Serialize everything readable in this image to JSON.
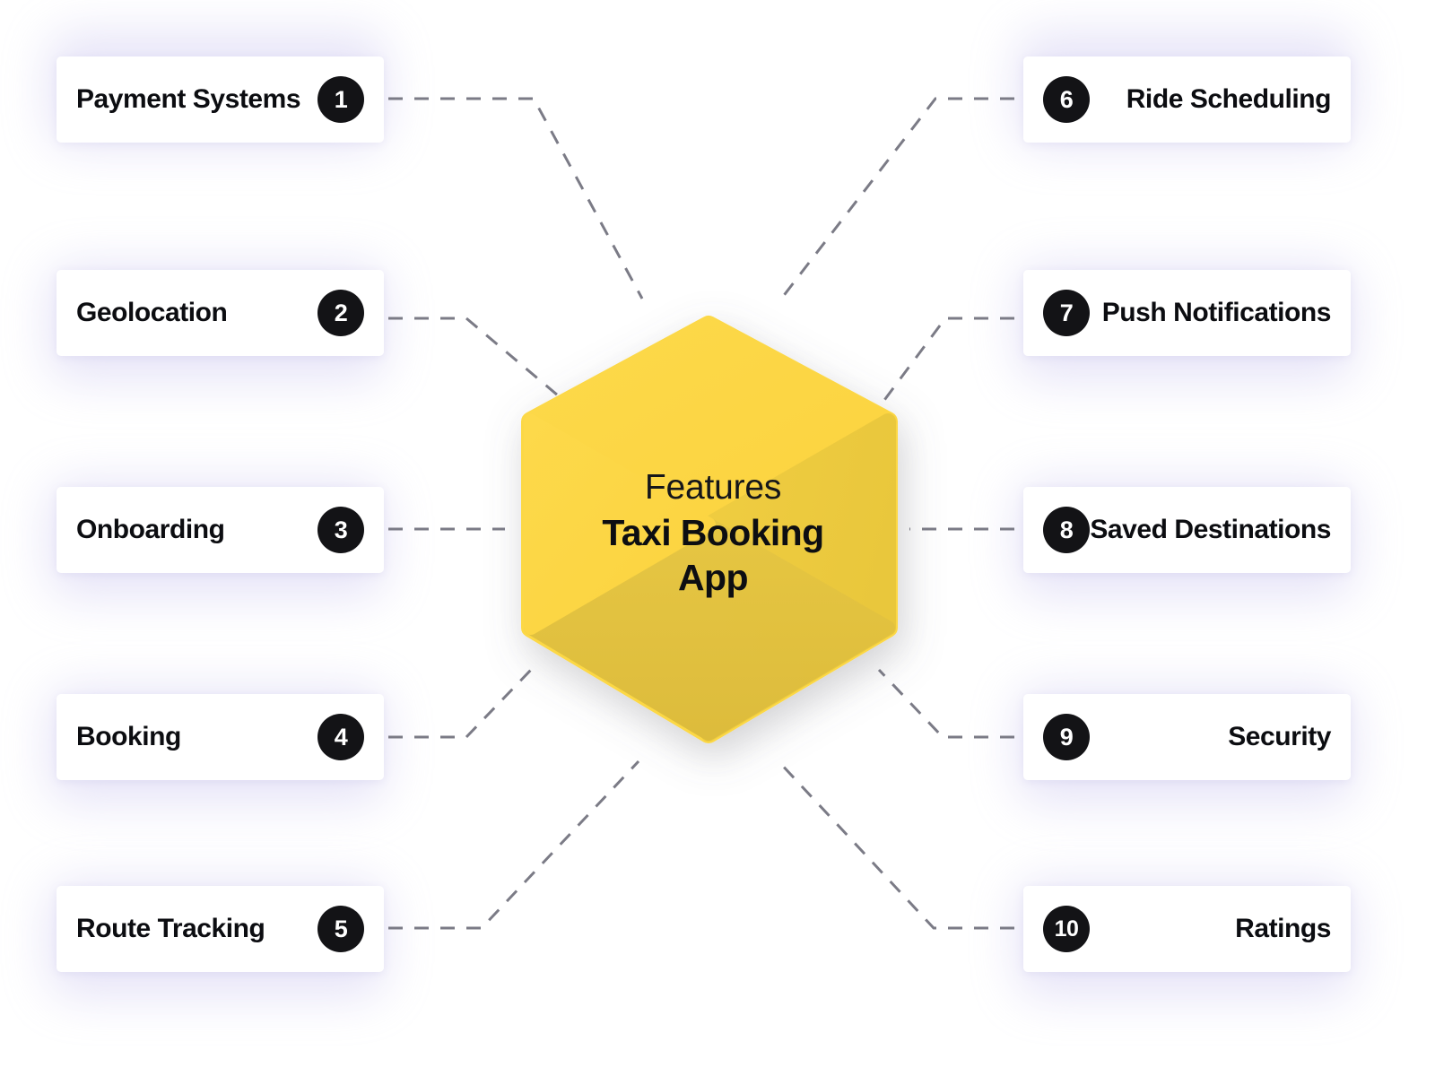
{
  "theme": {
    "background": "#ffffff",
    "card_background": "#ffffff",
    "badge_background": "#131316",
    "badge_text": "#ffffff",
    "label_text": "#0c0d11",
    "connector": "#7b7b86",
    "glow": "#b9b2ea",
    "hex_top_face": "#fcd845",
    "hex_right_face": "#edcb3e",
    "hex_bottom_face": "#e3c241"
  },
  "center": {
    "kicker": "Features",
    "title": "Taxi Booking App",
    "title_line1": "Taxi Booking",
    "title_line2": "App"
  },
  "features_left": [
    {
      "number": "1",
      "label": "Payment Systems"
    },
    {
      "number": "2",
      "label": "Geolocation"
    },
    {
      "number": "3",
      "label": "Onboarding"
    },
    {
      "number": "4",
      "label": "Booking"
    },
    {
      "number": "5",
      "label": "Route Tracking"
    }
  ],
  "features_right": [
    {
      "number": "6",
      "label": "Ride Scheduling"
    },
    {
      "number": "7",
      "label": "Push Notifications"
    },
    {
      "number": "8",
      "label": "Saved Destinations"
    },
    {
      "number": "9",
      "label": "Security"
    },
    {
      "number": "10",
      "label": "Ratings"
    }
  ]
}
